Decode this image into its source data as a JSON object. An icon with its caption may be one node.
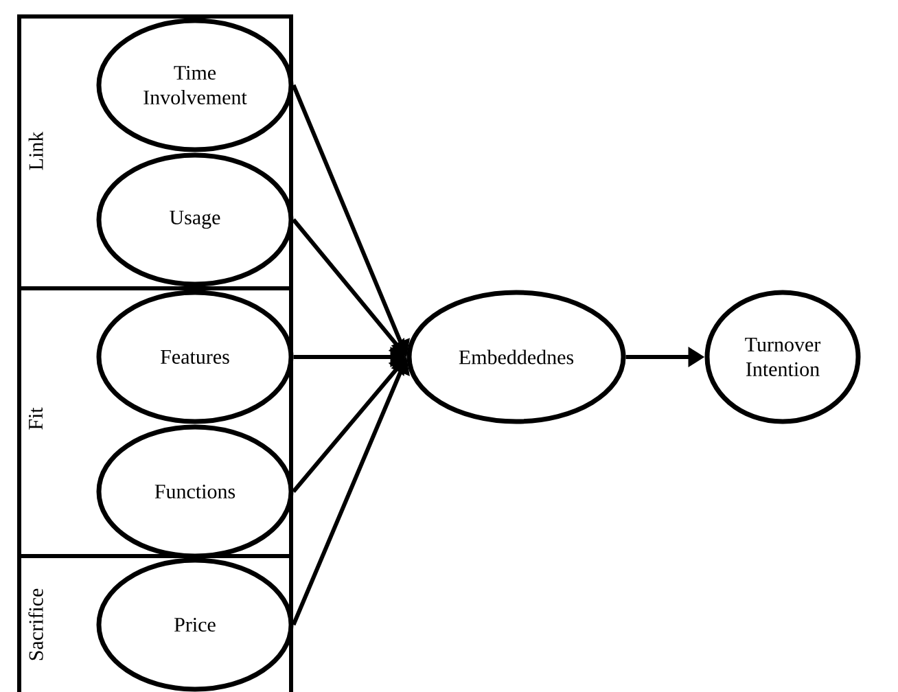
{
  "diagram": {
    "nodes": [
      {
        "text": [
          "Link"
        ]
      },
      {
        "text": [
          "Time Involvement"
        ],
        "in": 0
      },
      {
        "text": [
          "Usage"
        ],
        "in": 0
      },
      {
        "text": [
          "Fit"
        ]
      },
      {
        "text": [
          "Features"
        ],
        "in": 3
      },
      {
        "text": [
          "Functions"
        ],
        "in": 3
      },
      {
        "text": [
          "Sacrifice"
        ]
      },
      {
        "text": [
          "Price"
        ],
        "in": 6
      },
      {
        "text": [
          "Embeddednes"
        ]
      },
      {
        "text": [
          "Turnover Intention"
        ]
      }
    ],
    "edges": [
      {
        "from": 1,
        "to": 8,
        "arrow": "to"
      },
      {
        "from": 2,
        "to": 8,
        "arrow": "to"
      },
      {
        "from": 4,
        "to": 8,
        "arrow": "to"
      },
      {
        "from": 5,
        "to": 8,
        "arrow": "to"
      },
      {
        "from": 7,
        "to": 8,
        "arrow": "to"
      },
      {
        "from": 8,
        "to": 9,
        "arrow": "to"
      }
    ]
  }
}
